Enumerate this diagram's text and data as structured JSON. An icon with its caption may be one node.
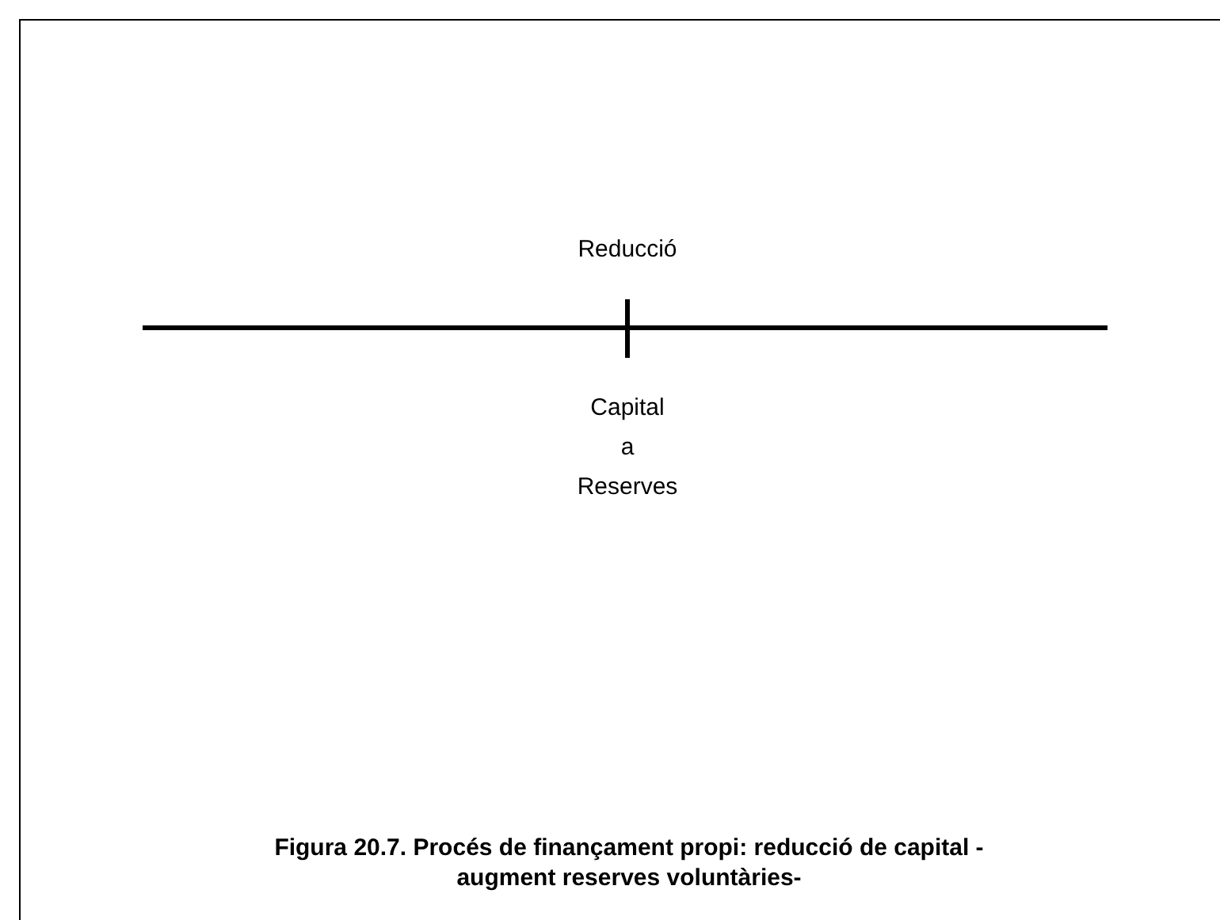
{
  "diagram": {
    "caption": "Figura 20.7. Procés de finançament propi: reducció de capital -augment reserves voluntàries-",
    "labels": [
      "Reducció",
      "Capital a Reserves"
    ]
  }
}
